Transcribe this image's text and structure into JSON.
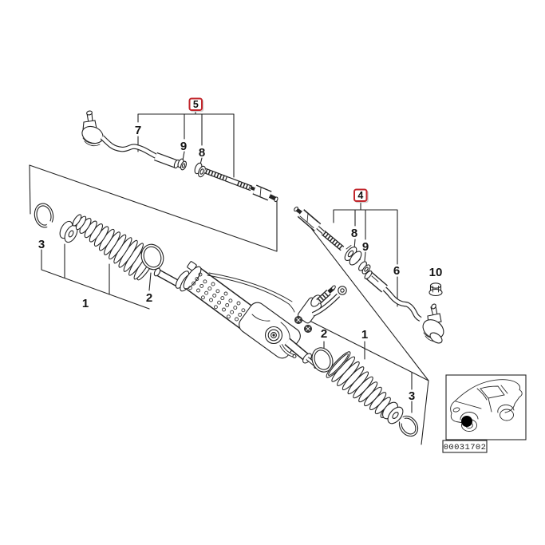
{
  "diagram": {
    "background": "#ffffff",
    "line_color": "#242424",
    "colors": {
      "callout_red": "#c2262c"
    },
    "boxed_callouts": {
      "left_group": "5",
      "right_group": "4"
    },
    "labels": {
      "left": {
        "tie_rod_outer": "7",
        "lock_plate": "9",
        "nut": "8",
        "snap_ring": "3",
        "bellows_boot": "1",
        "seal_ring": "2"
      },
      "right": {
        "nut": "8",
        "lock_plate": "9",
        "tie_rod_outer": "6",
        "stud_nut": "10",
        "seal_ring": "2",
        "bellows_boot": "1",
        "snap_ring": "3"
      }
    },
    "thumbnail": {
      "image_code": "00031702"
    }
  }
}
